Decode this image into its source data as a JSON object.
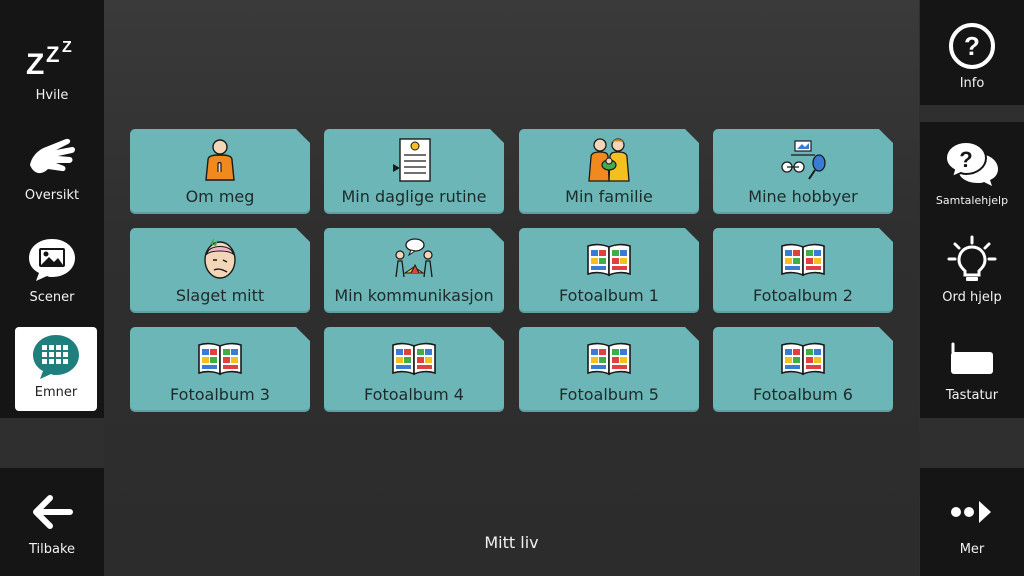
{
  "left_sidebar": {
    "rest": {
      "label": "Hvile",
      "icon": "sleep-zzz-icon"
    },
    "overview": {
      "label": "Oversikt",
      "icon": "hand-icon"
    },
    "scenes": {
      "label": "Scener",
      "icon": "image-bubble-icon"
    },
    "topics": {
      "label": "Emner",
      "icon": "grid-bubble-icon",
      "selected": true
    },
    "back": {
      "label": "Tilbake",
      "icon": "arrow-left-icon"
    }
  },
  "right_sidebar": {
    "info": {
      "label": "Info",
      "icon": "question-circle-icon"
    },
    "conversation_help": {
      "label": "Samtalehjelp",
      "icon": "question-bubbles-icon"
    },
    "word_help": {
      "label": "Ord hjelp",
      "icon": "lightbulb-icon"
    },
    "keyboard": {
      "label": "Tastatur",
      "icon": "keyboard-icon"
    },
    "more": {
      "label": "Mer",
      "icon": "dots-arrow-icon"
    }
  },
  "tiles": [
    {
      "label": "Om meg",
      "icon": "person-icon"
    },
    {
      "label": "Min daglige rutine",
      "icon": "schedule-icon"
    },
    {
      "label": "Min familie",
      "icon": "family-icon"
    },
    {
      "label": "Mine hobbyer",
      "icon": "hobbies-icon"
    },
    {
      "label": "Slaget mitt",
      "icon": "stroke-head-icon"
    },
    {
      "label": "Min kommunikasjon",
      "icon": "communication-icon"
    },
    {
      "label": "Fotoalbum 1",
      "icon": "photo-album-icon"
    },
    {
      "label": "Fotoalbum 2",
      "icon": "photo-album-icon"
    },
    {
      "label": "Fotoalbum 3",
      "icon": "photo-album-icon"
    },
    {
      "label": "Fotoalbum 4",
      "icon": "photo-album-icon"
    },
    {
      "label": "Fotoalbum 5",
      "icon": "photo-album-icon"
    },
    {
      "label": "Fotoalbum 6",
      "icon": "photo-album-icon"
    }
  ],
  "footer": {
    "title": "Mitt liv"
  },
  "colors": {
    "tile": "#6db6b8",
    "sidebar": "#151515",
    "background": "#2f2f2f",
    "accent": "#1f7f7c"
  }
}
